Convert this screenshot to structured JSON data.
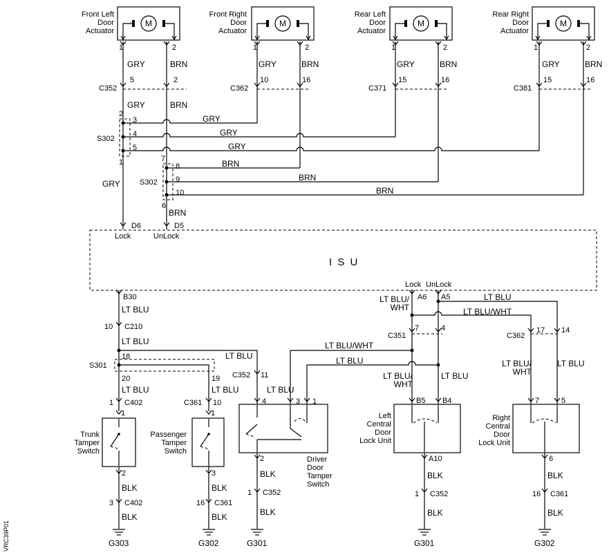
{
  "actuators": {
    "fl": "Front Left\nDoor\nActuator",
    "fr": "Front Right\nDoor\nActuator",
    "rl": "Rear Left\nDoor\nActuator",
    "rr": "Rear Right\nDoor\nActuator",
    "motor": "M"
  },
  "switches": {
    "trunk": "Trunk\nTamper\nSwitch",
    "passenger": "Passenger\nTamper\nSwitch",
    "driver": "Driver\nDoor\nTamper\nSwitch"
  },
  "lock_units": {
    "left": "Left\nCentral\nDoor\nLock Unit",
    "right": "Right\nCentral\nDoor\nLock Unit"
  },
  "module": {
    "name": "I S U"
  },
  "connectors": {
    "c352": "C352",
    "c362": "C362",
    "c371": "C371",
    "c381": "C381",
    "s302": "S302",
    "s301": "S301",
    "c210": "C210",
    "c402": "C402",
    "c361": "C361",
    "c351": "C351"
  },
  "grounds": {
    "g303": "G303",
    "g302": "G302",
    "g301": "G301"
  },
  "wires": {
    "gry": "GRY",
    "brn": "BRN",
    "lt_blu": "LT BLU",
    "lt_blu_wht": "LT BLU/WHT",
    "lt_blu_slash": "LT BLU/",
    "wht": "WHT",
    "blk": "BLK"
  },
  "pin_labels": {
    "lock": "Lock",
    "unlock": "UnLock"
  },
  "pins": {
    "p1": "1",
    "p2": "2",
    "p3": "3",
    "p4": "4",
    "p5": "5",
    "p6": "6",
    "p7": "7",
    "p8": "8",
    "p9": "9",
    "p10": "10",
    "p11": "11",
    "p14": "14",
    "p15": "15",
    "p16": "16",
    "p17": "17",
    "p18": "18",
    "p19": "19",
    "p20": "20",
    "d6": "D6",
    "d5": "D5",
    "b30": "B30",
    "a6": "A6",
    "a5": "A5",
    "b5": "B5",
    "b4": "B4",
    "a10": "A10"
  },
  "side_code": "VRC39P01"
}
